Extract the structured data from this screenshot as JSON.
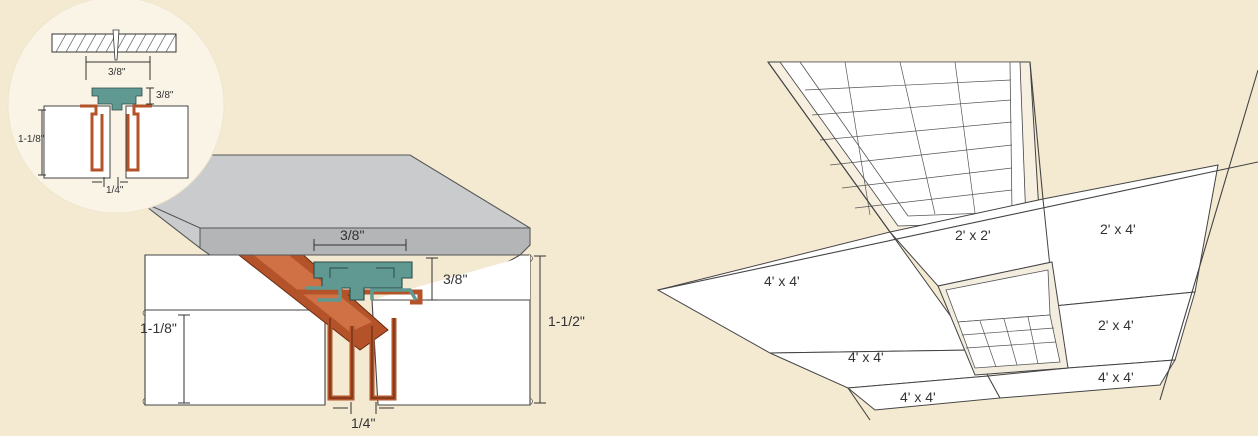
{
  "colors": {
    "background": "#f4ead2",
    "inset_circle": "#f9f4e6",
    "panel": "#ffffff",
    "cover_plate": "#c9cbcc",
    "teal_cap": "#5f9992",
    "copper_channel": "#b4532a"
  },
  "detail": {
    "labels": {
      "cap_width": "3/8\"",
      "cap_height": "3/8\"",
      "total_depth": "1-1/2\"",
      "panel_depth": "1-1/8\"",
      "gap_width": "1/4\""
    }
  },
  "inset": {
    "labels": {
      "cap_width": "3/8\"",
      "cap_height": "3/8\"",
      "panel_depth": "1-1/8\"",
      "gap_width": "1/4\""
    }
  },
  "ceiling": {
    "panels": [
      {
        "id": "4x4-left",
        "label": "4' x 4'"
      },
      {
        "id": "2x2-top",
        "label": "2' x 2'"
      },
      {
        "id": "2x4-top-right",
        "label": "2' x 4'"
      },
      {
        "id": "2x4-mid-right",
        "label": "2' x 4'"
      },
      {
        "id": "4x4-center",
        "label": "4' x 4'"
      },
      {
        "id": "4x4-bottom",
        "label": "4' x 4'"
      },
      {
        "id": "4x4-bottom-right",
        "label": "4' x 4'"
      }
    ]
  }
}
